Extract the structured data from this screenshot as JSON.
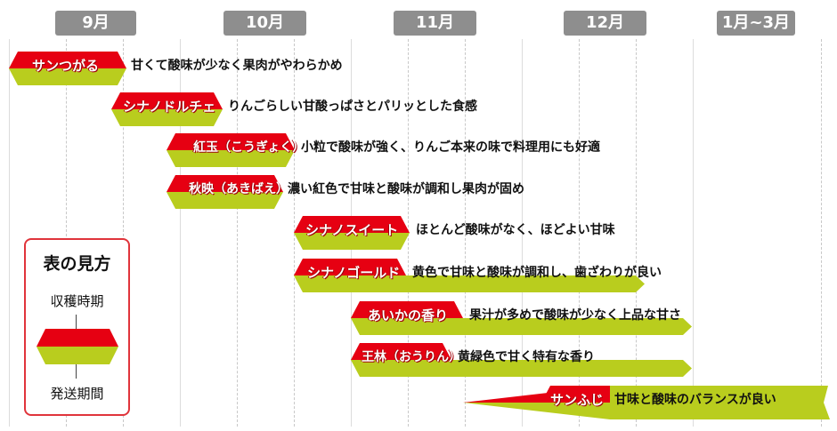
{
  "months": [
    "9月",
    "10月",
    "11月",
    "12月",
    "1月~3月"
  ],
  "legend": {
    "title": "表の見方",
    "harvest_label": "収穫時期",
    "shipping_label": "発送期間"
  },
  "colors": {
    "harvest": "#e60012",
    "shipping": "#b9cd1e",
    "header": "#8e8e8e",
    "legend_border": "#e0343b"
  },
  "varieties": [
    {
      "name": "サンつがる",
      "description": "甘くて酸味が少なく果肉がやわらかめ"
    },
    {
      "name": "シナノドルチェ",
      "description": "りんごらしい甘酸っぱさとパリッとした食感"
    },
    {
      "name": "紅玉（こうぎょく）",
      "description": "小粒で酸味が強く、りんご本来の味で料理用にも好適"
    },
    {
      "name": "秋映（あきばえ）",
      "description": "濃い紅色で甘味と酸味が調和し果肉が固め"
    },
    {
      "name": "シナノスイート",
      "description": "ほとんど酸味がなく、ほどよい甘味"
    },
    {
      "name": "シナノゴールド",
      "description": "黄色で甘味と酸味が調和し、歯ざわりが良い"
    },
    {
      "name": "あいかの香り",
      "description": "果汁が多めで酸味が少なく上品な甘さ"
    },
    {
      "name": "王林（おうりん）",
      "description": "黄緑色で甘く特有な香り"
    },
    {
      "name": "サンふじ",
      "description": "甘味と酸味のバランスが良い"
    }
  ]
}
